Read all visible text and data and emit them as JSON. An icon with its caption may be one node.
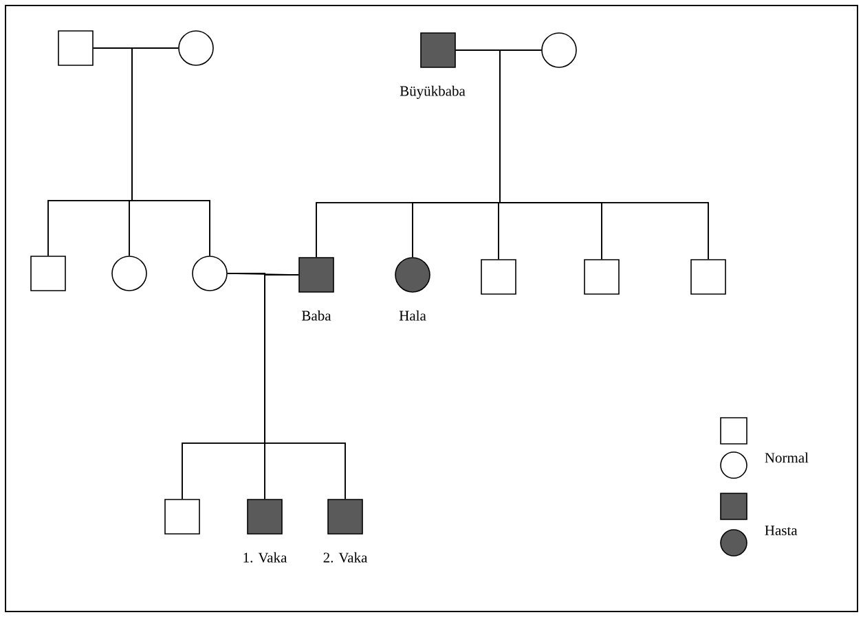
{
  "diagram": {
    "nodes": [
      {
        "text": [],
        "shape": "box"
      },
      {
        "text": [],
        "shape": "circle"
      },
      {
        "text": [],
        "shape": "filled-box",
        "beside": [
          "Büyükbaba"
        ]
      },
      {
        "text": [],
        "shape": "circle"
      },
      {
        "text": [],
        "shape": "box"
      },
      {
        "text": [],
        "shape": "circle"
      },
      {
        "text": [],
        "shape": "circle"
      },
      {
        "text": [],
        "shape": "filled-box",
        "beside": [
          "Baba"
        ]
      },
      {
        "text": [],
        "shape": "filled-circle",
        "beside": [
          "Hala"
        ]
      },
      {
        "text": [],
        "shape": "box"
      },
      {
        "text": [],
        "shape": "box"
      },
      {
        "text": [],
        "shape": "box"
      },
      {
        "text": [],
        "shape": "box"
      },
      {
        "text": [],
        "shape": "filled-box",
        "beside": [
          "1. Vaka"
        ]
      },
      {
        "text": [],
        "shape": "filled-box",
        "beside": [
          "2. Vaka"
        ]
      }
    ],
    "edges": [
      {
        "from": 0,
        "to": 1,
        "arrow": "none"
      },
      {
        "from": 2,
        "to": 3,
        "arrow": "none"
      },
      {
        "from": 6,
        "to": 7,
        "arrow": "none"
      },
      {
        "from": 0,
        "to": 4,
        "arrow": "none"
      },
      {
        "from": 0,
        "to": 5,
        "arrow": "none"
      },
      {
        "from": 0,
        "to": 6,
        "arrow": "none"
      },
      {
        "from": 1,
        "to": 4,
        "arrow": "none"
      },
      {
        "from": 1,
        "to": 5,
        "arrow": "none"
      },
      {
        "from": 1,
        "to": 6,
        "arrow": "none"
      },
      {
        "from": 2,
        "to": 7,
        "arrow": "none"
      },
      {
        "from": 2,
        "to": 8,
        "arrow": "none"
      },
      {
        "from": 2,
        "to": 9,
        "arrow": "none"
      },
      {
        "from": 2,
        "to": 10,
        "arrow": "none"
      },
      {
        "from": 2,
        "to": 11,
        "arrow": "none"
      },
      {
        "from": 3,
        "to": 7,
        "arrow": "none"
      },
      {
        "from": 3,
        "to": 8,
        "arrow": "none"
      },
      {
        "from": 3,
        "to": 9,
        "arrow": "none"
      },
      {
        "from": 3,
        "to": 10,
        "arrow": "none"
      },
      {
        "from": 3,
        "to": 11,
        "arrow": "none"
      },
      {
        "from": 6,
        "to": 12,
        "arrow": "none"
      },
      {
        "from": 6,
        "to": 13,
        "arrow": "none"
      },
      {
        "from": 6,
        "to": 14,
        "arrow": "none"
      },
      {
        "from": 7,
        "to": 12,
        "arrow": "none"
      },
      {
        "from": 7,
        "to": 13,
        "arrow": "none"
      },
      {
        "from": 7,
        "to": 14,
        "arrow": "none"
      }
    ],
    "legend": [
      {
        "text": "Normal"
      },
      {
        "text": "Hasta"
      }
    ]
  }
}
